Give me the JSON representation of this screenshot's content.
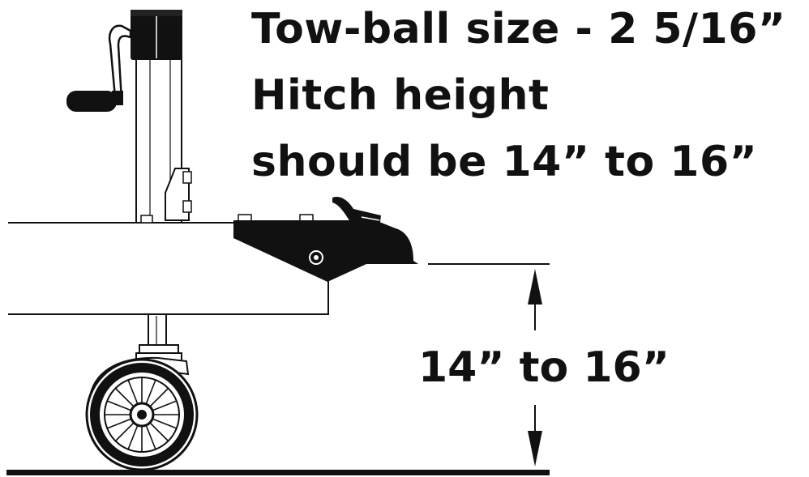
{
  "heading": {
    "line1": "Tow-ball size - 2 5/16”",
    "line2": "Hitch height",
    "line3": "should be 14” to 16”"
  },
  "dimension": {
    "label": "14” to 16”"
  },
  "colors": {
    "ink": "#111111",
    "fill": "#ffffff"
  }
}
